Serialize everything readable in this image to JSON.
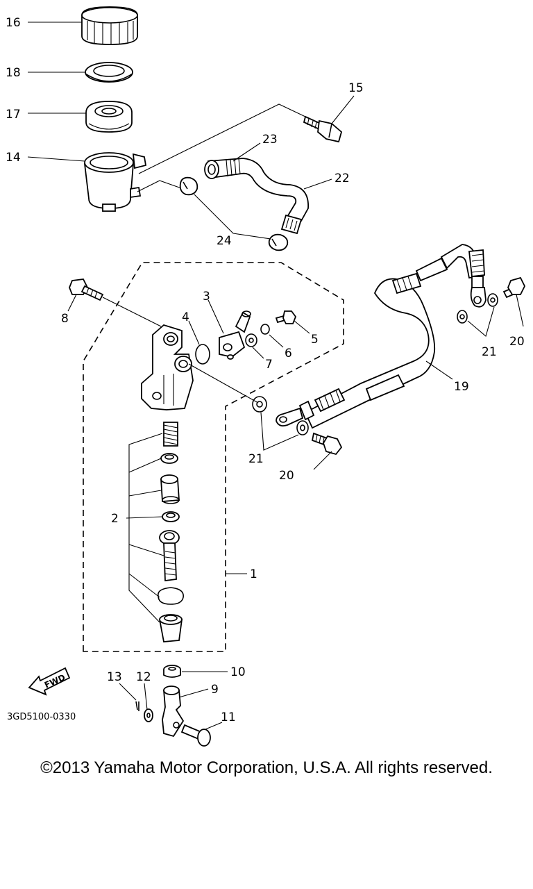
{
  "diagram": {
    "labels": {
      "l1": "1",
      "l2": "2",
      "l3": "3",
      "l4": "4",
      "l5": "5",
      "l6": "6",
      "l7": "7",
      "l8": "8",
      "l9": "9",
      "l10": "10",
      "l11": "11",
      "l12": "12",
      "l13": "13",
      "l14": "14",
      "l15": "15",
      "l16": "16",
      "l17": "17",
      "l18": "18",
      "l19": "19",
      "l20a": "20",
      "l20b": "20",
      "l21a": "21",
      "l21b": "21",
      "l22": "22",
      "l23": "23",
      "l24": "24"
    },
    "fwd_label": "FWD",
    "part_code": "3GD5100-0330"
  },
  "copyright": "©2013 Yamaha Motor Corporation, U.S.A. All rights reserved."
}
